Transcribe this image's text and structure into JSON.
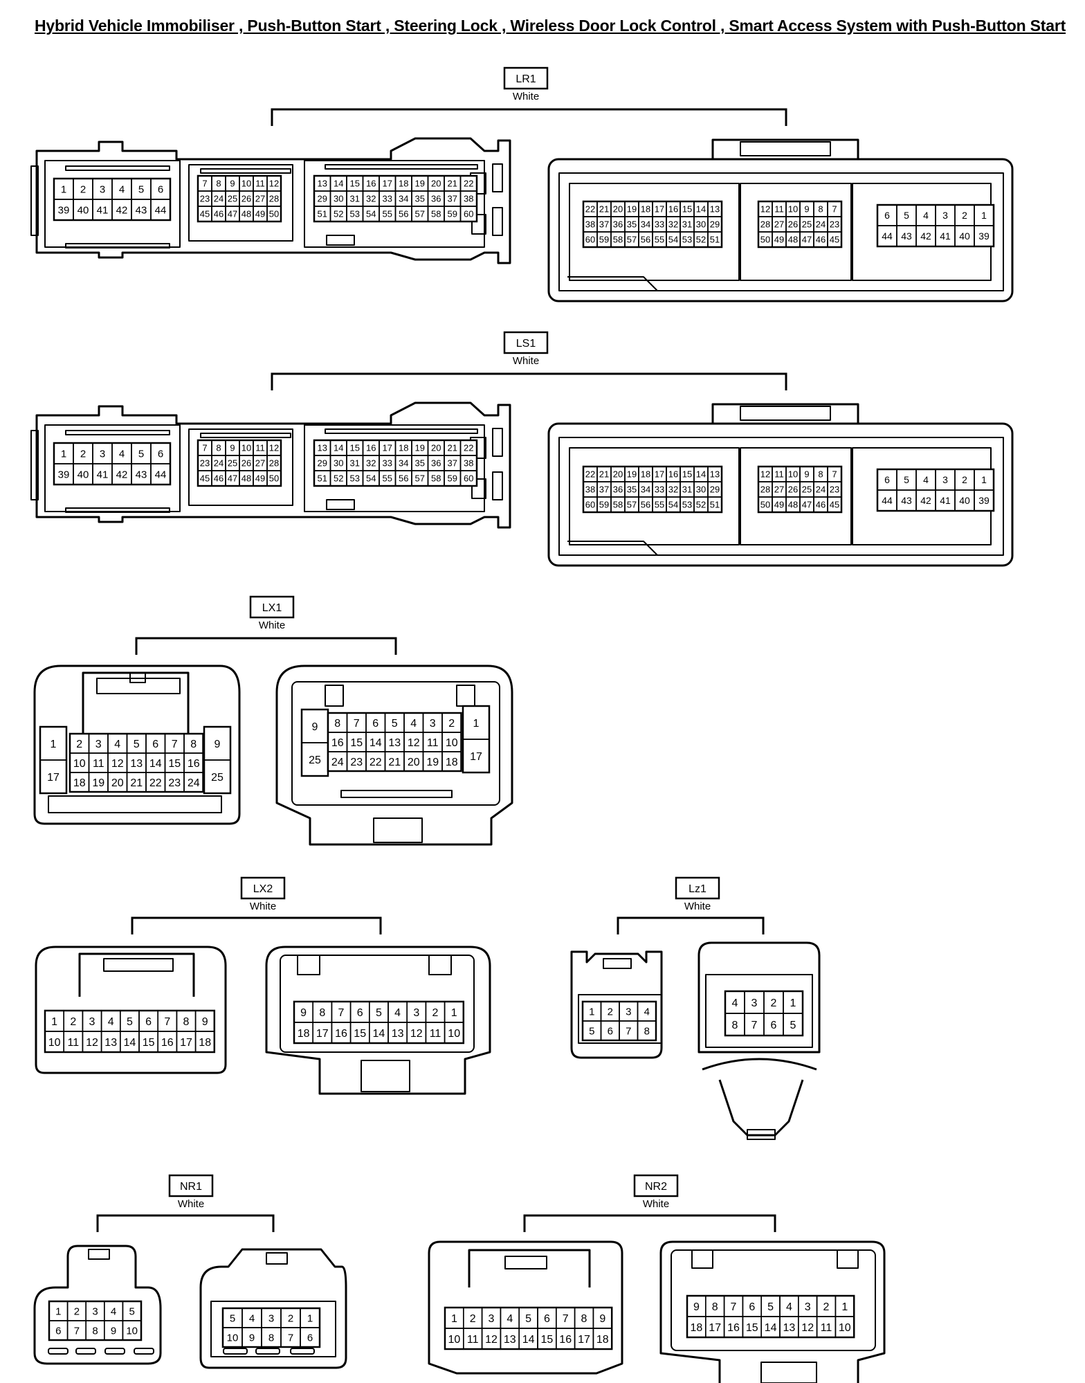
{
  "title": "Hybrid Vehicle Immobiliser , Push-Button Start , Steering Lock , Wireless Door Lock Control , Smart Access System with Push-Button Start",
  "connectors": [
    {
      "id": "LR1",
      "color": "White",
      "views": [
        {
          "grids": [
            {
              "rows": [
                [
                  "1",
                  "2",
                  "3",
                  "4",
                  "5",
                  "6"
                ],
                [
                  "39",
                  "40",
                  "41",
                  "42",
                  "43",
                  "44"
                ]
              ]
            },
            {
              "rows": [
                [
                  "7",
                  "8",
                  "9",
                  "10",
                  "11",
                  "12"
                ],
                [
                  "23",
                  "24",
                  "25",
                  "26",
                  "27",
                  "28"
                ],
                [
                  "45",
                  "46",
                  "47",
                  "48",
                  "49",
                  "50"
                ]
              ]
            },
            {
              "rows": [
                [
                  "13",
                  "14",
                  "15",
                  "16",
                  "17",
                  "18",
                  "19",
                  "20",
                  "21",
                  "22"
                ],
                [
                  "29",
                  "30",
                  "31",
                  "32",
                  "33",
                  "34",
                  "35",
                  "36",
                  "37",
                  "38"
                ],
                [
                  "51",
                  "52",
                  "53",
                  "54",
                  "55",
                  "56",
                  "57",
                  "58",
                  "59",
                  "60"
                ]
              ]
            }
          ]
        },
        {
          "grids": [
            {
              "rows": [
                [
                  "22",
                  "21",
                  "20",
                  "19",
                  "18",
                  "17",
                  "16",
                  "15",
                  "14",
                  "13"
                ],
                [
                  "38",
                  "37",
                  "36",
                  "35",
                  "34",
                  "33",
                  "32",
                  "31",
                  "30",
                  "29"
                ],
                [
                  "60",
                  "59",
                  "58",
                  "57",
                  "56",
                  "55",
                  "54",
                  "53",
                  "52",
                  "51"
                ]
              ]
            },
            {
              "rows": [
                [
                  "12",
                  "11",
                  "10",
                  "9",
                  "8",
                  "7"
                ],
                [
                  "28",
                  "27",
                  "26",
                  "25",
                  "24",
                  "23"
                ],
                [
                  "50",
                  "49",
                  "48",
                  "47",
                  "46",
                  "45"
                ]
              ]
            },
            {
              "rows": [
                [
                  "6",
                  "5",
                  "4",
                  "3",
                  "2",
                  "1"
                ],
                [
                  "44",
                  "43",
                  "42",
                  "41",
                  "40",
                  "39"
                ]
              ]
            }
          ]
        }
      ]
    },
    {
      "id": "LS1",
      "color": "White",
      "views": [
        {
          "grids": [
            {
              "rows": [
                [
                  "1",
                  "2",
                  "3",
                  "4",
                  "5",
                  "6"
                ],
                [
                  "39",
                  "40",
                  "41",
                  "42",
                  "43",
                  "44"
                ]
              ]
            },
            {
              "rows": [
                [
                  "7",
                  "8",
                  "9",
                  "10",
                  "11",
                  "12"
                ],
                [
                  "23",
                  "24",
                  "25",
                  "26",
                  "27",
                  "28"
                ],
                [
                  "45",
                  "46",
                  "47",
                  "48",
                  "49",
                  "50"
                ]
              ]
            },
            {
              "rows": [
                [
                  "13",
                  "14",
                  "15",
                  "16",
                  "17",
                  "18",
                  "19",
                  "20",
                  "21",
                  "22"
                ],
                [
                  "29",
                  "30",
                  "31",
                  "32",
                  "33",
                  "34",
                  "35",
                  "36",
                  "37",
                  "38"
                ],
                [
                  "51",
                  "52",
                  "53",
                  "54",
                  "55",
                  "56",
                  "57",
                  "58",
                  "59",
                  "60"
                ]
              ]
            }
          ]
        },
        {
          "grids": [
            {
              "rows": [
                [
                  "22",
                  "21",
                  "20",
                  "19",
                  "18",
                  "17",
                  "16",
                  "15",
                  "14",
                  "13"
                ],
                [
                  "38",
                  "37",
                  "36",
                  "35",
                  "34",
                  "33",
                  "32",
                  "31",
                  "30",
                  "29"
                ],
                [
                  "60",
                  "59",
                  "58",
                  "57",
                  "56",
                  "55",
                  "54",
                  "53",
                  "52",
                  "51"
                ]
              ]
            },
            {
              "rows": [
                [
                  "12",
                  "11",
                  "10",
                  "9",
                  "8",
                  "7"
                ],
                [
                  "28",
                  "27",
                  "26",
                  "25",
                  "24",
                  "23"
                ],
                [
                  "50",
                  "49",
                  "48",
                  "47",
                  "46",
                  "45"
                ]
              ]
            },
            {
              "rows": [
                [
                  "6",
                  "5",
                  "4",
                  "3",
                  "2",
                  "1"
                ],
                [
                  "44",
                  "43",
                  "42",
                  "41",
                  "40",
                  "39"
                ]
              ]
            }
          ]
        }
      ]
    },
    {
      "id": "LX1",
      "color": "White",
      "views": [
        {
          "grids": [
            {
              "rows": [
                [
                  "1"
                ],
                [
                  "17"
                ]
              ]
            },
            {
              "rows": [
                [
                  "2",
                  "3",
                  "4",
                  "5",
                  "6",
                  "7",
                  "8"
                ],
                [
                  "10",
                  "11",
                  "12",
                  "13",
                  "14",
                  "15",
                  "16"
                ],
                [
                  "18",
                  "19",
                  "20",
                  "21",
                  "22",
                  "23",
                  "24"
                ]
              ]
            },
            {
              "rows": [
                [
                  "9"
                ],
                [
                  "25"
                ]
              ]
            }
          ]
        },
        {
          "grids": [
            {
              "rows": [
                [
                  "9"
                ],
                [
                  "25"
                ]
              ]
            },
            {
              "rows": [
                [
                  "8",
                  "7",
                  "6",
                  "5",
                  "4",
                  "3",
                  "2"
                ],
                [
                  "16",
                  "15",
                  "14",
                  "13",
                  "12",
                  "11",
                  "10"
                ],
                [
                  "24",
                  "23",
                  "22",
                  "21",
                  "20",
                  "19",
                  "18"
                ]
              ]
            },
            {
              "rows": [
                [
                  "1"
                ],
                [
                  "17"
                ]
              ]
            }
          ]
        }
      ]
    },
    {
      "id": "LX2",
      "color": "White",
      "views": [
        {
          "grids": [
            {
              "rows": [
                [
                  "1",
                  "2",
                  "3",
                  "4",
                  "5",
                  "6",
                  "7",
                  "8",
                  "9"
                ],
                [
                  "10",
                  "11",
                  "12",
                  "13",
                  "14",
                  "15",
                  "16",
                  "17",
                  "18"
                ]
              ]
            }
          ]
        },
        {
          "grids": [
            {
              "rows": [
                [
                  "9",
                  "8",
                  "7",
                  "6",
                  "5",
                  "4",
                  "3",
                  "2",
                  "1"
                ],
                [
                  "18",
                  "17",
                  "16",
                  "15",
                  "14",
                  "13",
                  "12",
                  "11",
                  "10"
                ]
              ]
            }
          ]
        }
      ]
    },
    {
      "id": "Lz1",
      "color": "White",
      "views": [
        {
          "grids": [
            {
              "rows": [
                [
                  "1",
                  "2",
                  "3",
                  "4"
                ],
                [
                  "5",
                  "6",
                  "7",
                  "8"
                ]
              ]
            }
          ]
        },
        {
          "grids": [
            {
              "rows": [
                [
                  "4",
                  "3",
                  "2",
                  "1"
                ],
                [
                  "8",
                  "7",
                  "6",
                  "5"
                ]
              ]
            }
          ]
        }
      ]
    },
    {
      "id": "NR1",
      "color": "White",
      "views": [
        {
          "grids": [
            {
              "rows": [
                [
                  "1",
                  "2",
                  "3",
                  "4",
                  "5"
                ],
                [
                  "6",
                  "7",
                  "8",
                  "9",
                  "10"
                ]
              ]
            }
          ]
        },
        {
          "grids": [
            {
              "rows": [
                [
                  "5",
                  "4",
                  "3",
                  "2",
                  "1"
                ],
                [
                  "10",
                  "9",
                  "8",
                  "7",
                  "6"
                ]
              ]
            }
          ]
        }
      ]
    },
    {
      "id": "NR2",
      "color": "White",
      "views": [
        {
          "grids": [
            {
              "rows": [
                [
                  "1",
                  "2",
                  "3",
                  "4",
                  "5",
                  "6",
                  "7",
                  "8",
                  "9"
                ],
                [
                  "10",
                  "11",
                  "12",
                  "13",
                  "14",
                  "15",
                  "16",
                  "17",
                  "18"
                ]
              ]
            }
          ]
        },
        {
          "grids": [
            {
              "rows": [
                [
                  "9",
                  "8",
                  "7",
                  "6",
                  "5",
                  "4",
                  "3",
                  "2",
                  "1"
                ],
                [
                  "18",
                  "17",
                  "16",
                  "15",
                  "14",
                  "13",
                  "12",
                  "11",
                  "10"
                ]
              ]
            }
          ]
        }
      ]
    }
  ]
}
